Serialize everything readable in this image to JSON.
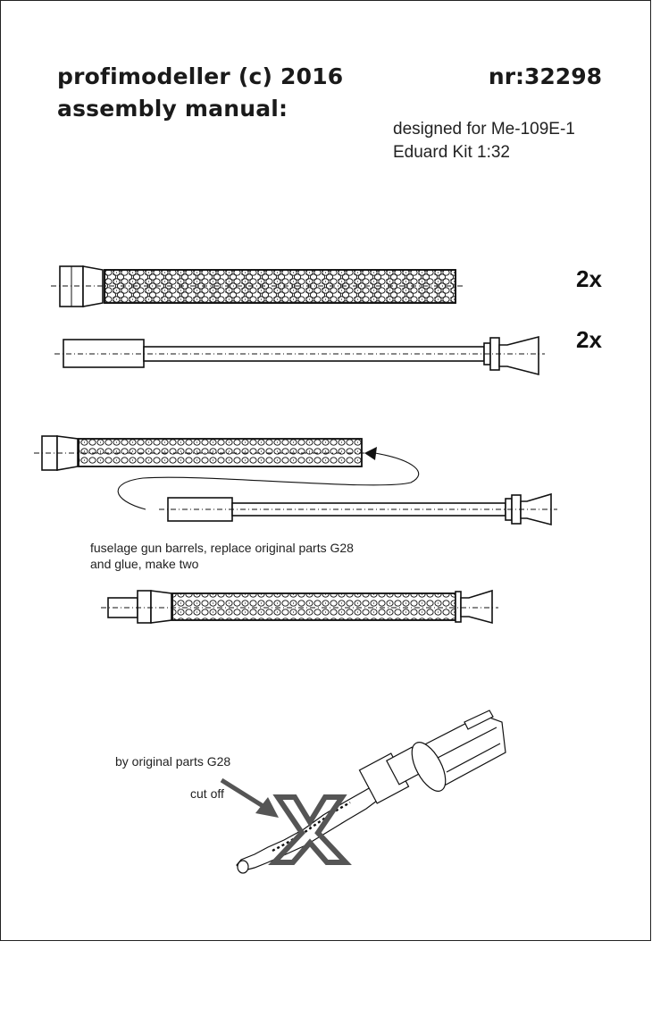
{
  "header": {
    "brand_line1": "profimodeller (c) 2016",
    "brand_line2": "assembly manual:",
    "part_number": "nr:32298",
    "designed_line1": "designed for Me-109E-1",
    "designed_line2": "Eduard Kit 1:32"
  },
  "parts": {
    "qty_jacket": "2x",
    "qty_barrel": "2x"
  },
  "steps": {
    "step1_caption_line1": "fuselage gun barrels, replace original parts G28",
    "step1_caption_line2": "and glue, make two",
    "original_caption": "by original parts G28",
    "cut_caption": "cut off"
  },
  "colors": {
    "line": "#111111",
    "cross": "#555555",
    "arrow": "#555555"
  }
}
